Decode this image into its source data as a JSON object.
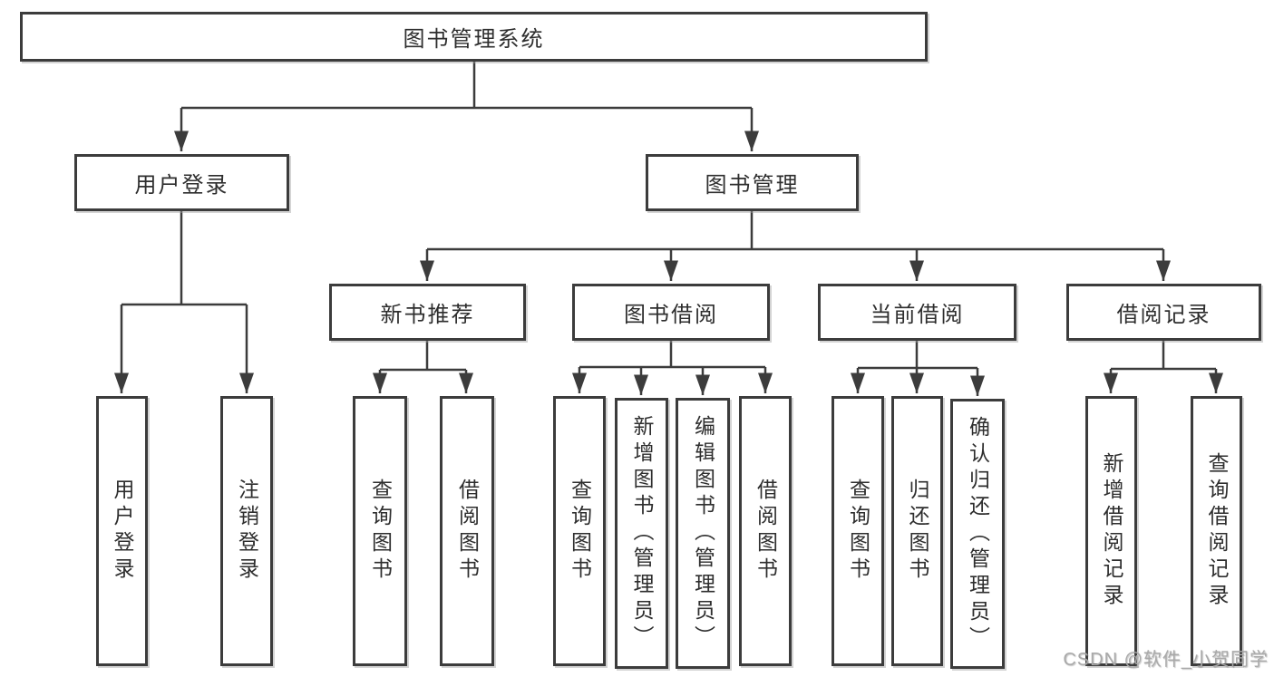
{
  "diagram": {
    "root_label": "图书管理系统",
    "level2": [
      {
        "label": "用户登录"
      },
      {
        "label": "图书管理"
      }
    ],
    "level3": [
      {
        "label": "新书推荐",
        "parent": "图书管理"
      },
      {
        "label": "图书借阅",
        "parent": "图书管理"
      },
      {
        "label": "当前借阅",
        "parent": "图书管理"
      },
      {
        "label": "借阅记录",
        "parent": "图书管理"
      }
    ],
    "leaves": [
      {
        "label": "用户登录",
        "parent": "用户登录"
      },
      {
        "label": "注销登录",
        "parent": "用户登录"
      },
      {
        "label": "查询图书",
        "parent": "新书推荐"
      },
      {
        "label": "借阅图书",
        "parent": "新书推荐"
      },
      {
        "label": "查询图书",
        "parent": "图书借阅"
      },
      {
        "label": "新增图书（管理员）",
        "parent": "图书借阅"
      },
      {
        "label": "编辑图书（管理员）",
        "parent": "图书借阅"
      },
      {
        "label": "借阅图书",
        "parent": "图书借阅"
      },
      {
        "label": "查询图书",
        "parent": "当前借阅"
      },
      {
        "label": "归还图书",
        "parent": "当前借阅"
      },
      {
        "label": "确认归还（管理员）",
        "parent": "当前借阅"
      },
      {
        "label": "新增借阅记录",
        "parent": "借阅记录"
      },
      {
        "label": "查询借阅记录",
        "parent": "借阅记录"
      }
    ],
    "watermark": "CSDN @软件_小贺同学",
    "colors": {
      "line": "#3c3c3c",
      "border": "#3c3c3c",
      "text": "#2e2e2e",
      "background": "#ffffff",
      "watermark": "#a9a9a9"
    }
  }
}
